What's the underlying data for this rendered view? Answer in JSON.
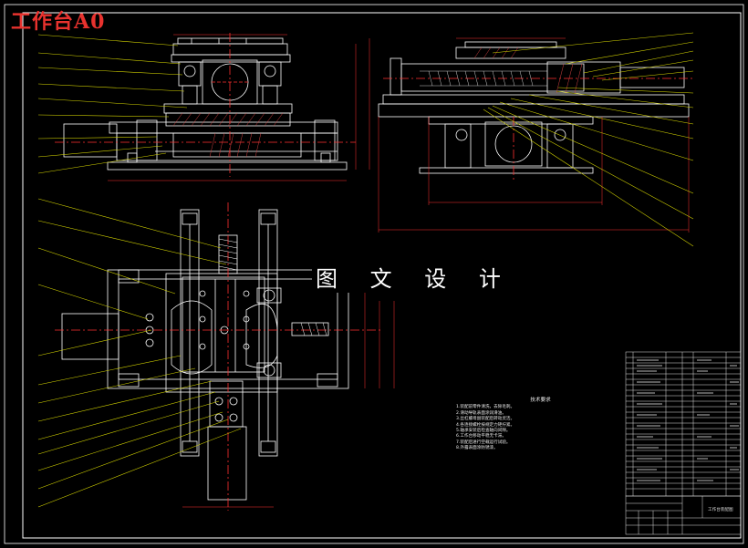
{
  "header": {
    "title": "工作台A0"
  },
  "watermark": {
    "text": "图 文 设 计"
  },
  "tech_notes": {
    "heading": "技术要求",
    "lines": [
      "1.装配前零件清洗，去除毛刺。",
      "2.滑动导轨表面涂润滑油。",
      "3.丝杠螺母副装配后转动灵活。",
      "4.各连接螺栓按规定力矩拧紧。",
      "5.轴承安装后检查轴向间隙。",
      "6.工作台移动平稳无卡滞。",
      "7.装配后进行空载运行试验。",
      "8.外露表面涂防锈漆。"
    ]
  },
  "title_block": {
    "name": "工作台装配图"
  },
  "colors": {
    "background": "#000000",
    "frame": "#ffffff",
    "outline": "#ffffff",
    "leader": "#d8d800",
    "dimension": "#ff3030",
    "centerline": "#ff3030",
    "hatch": "#d04040",
    "table_line": "#e0e0e0"
  }
}
